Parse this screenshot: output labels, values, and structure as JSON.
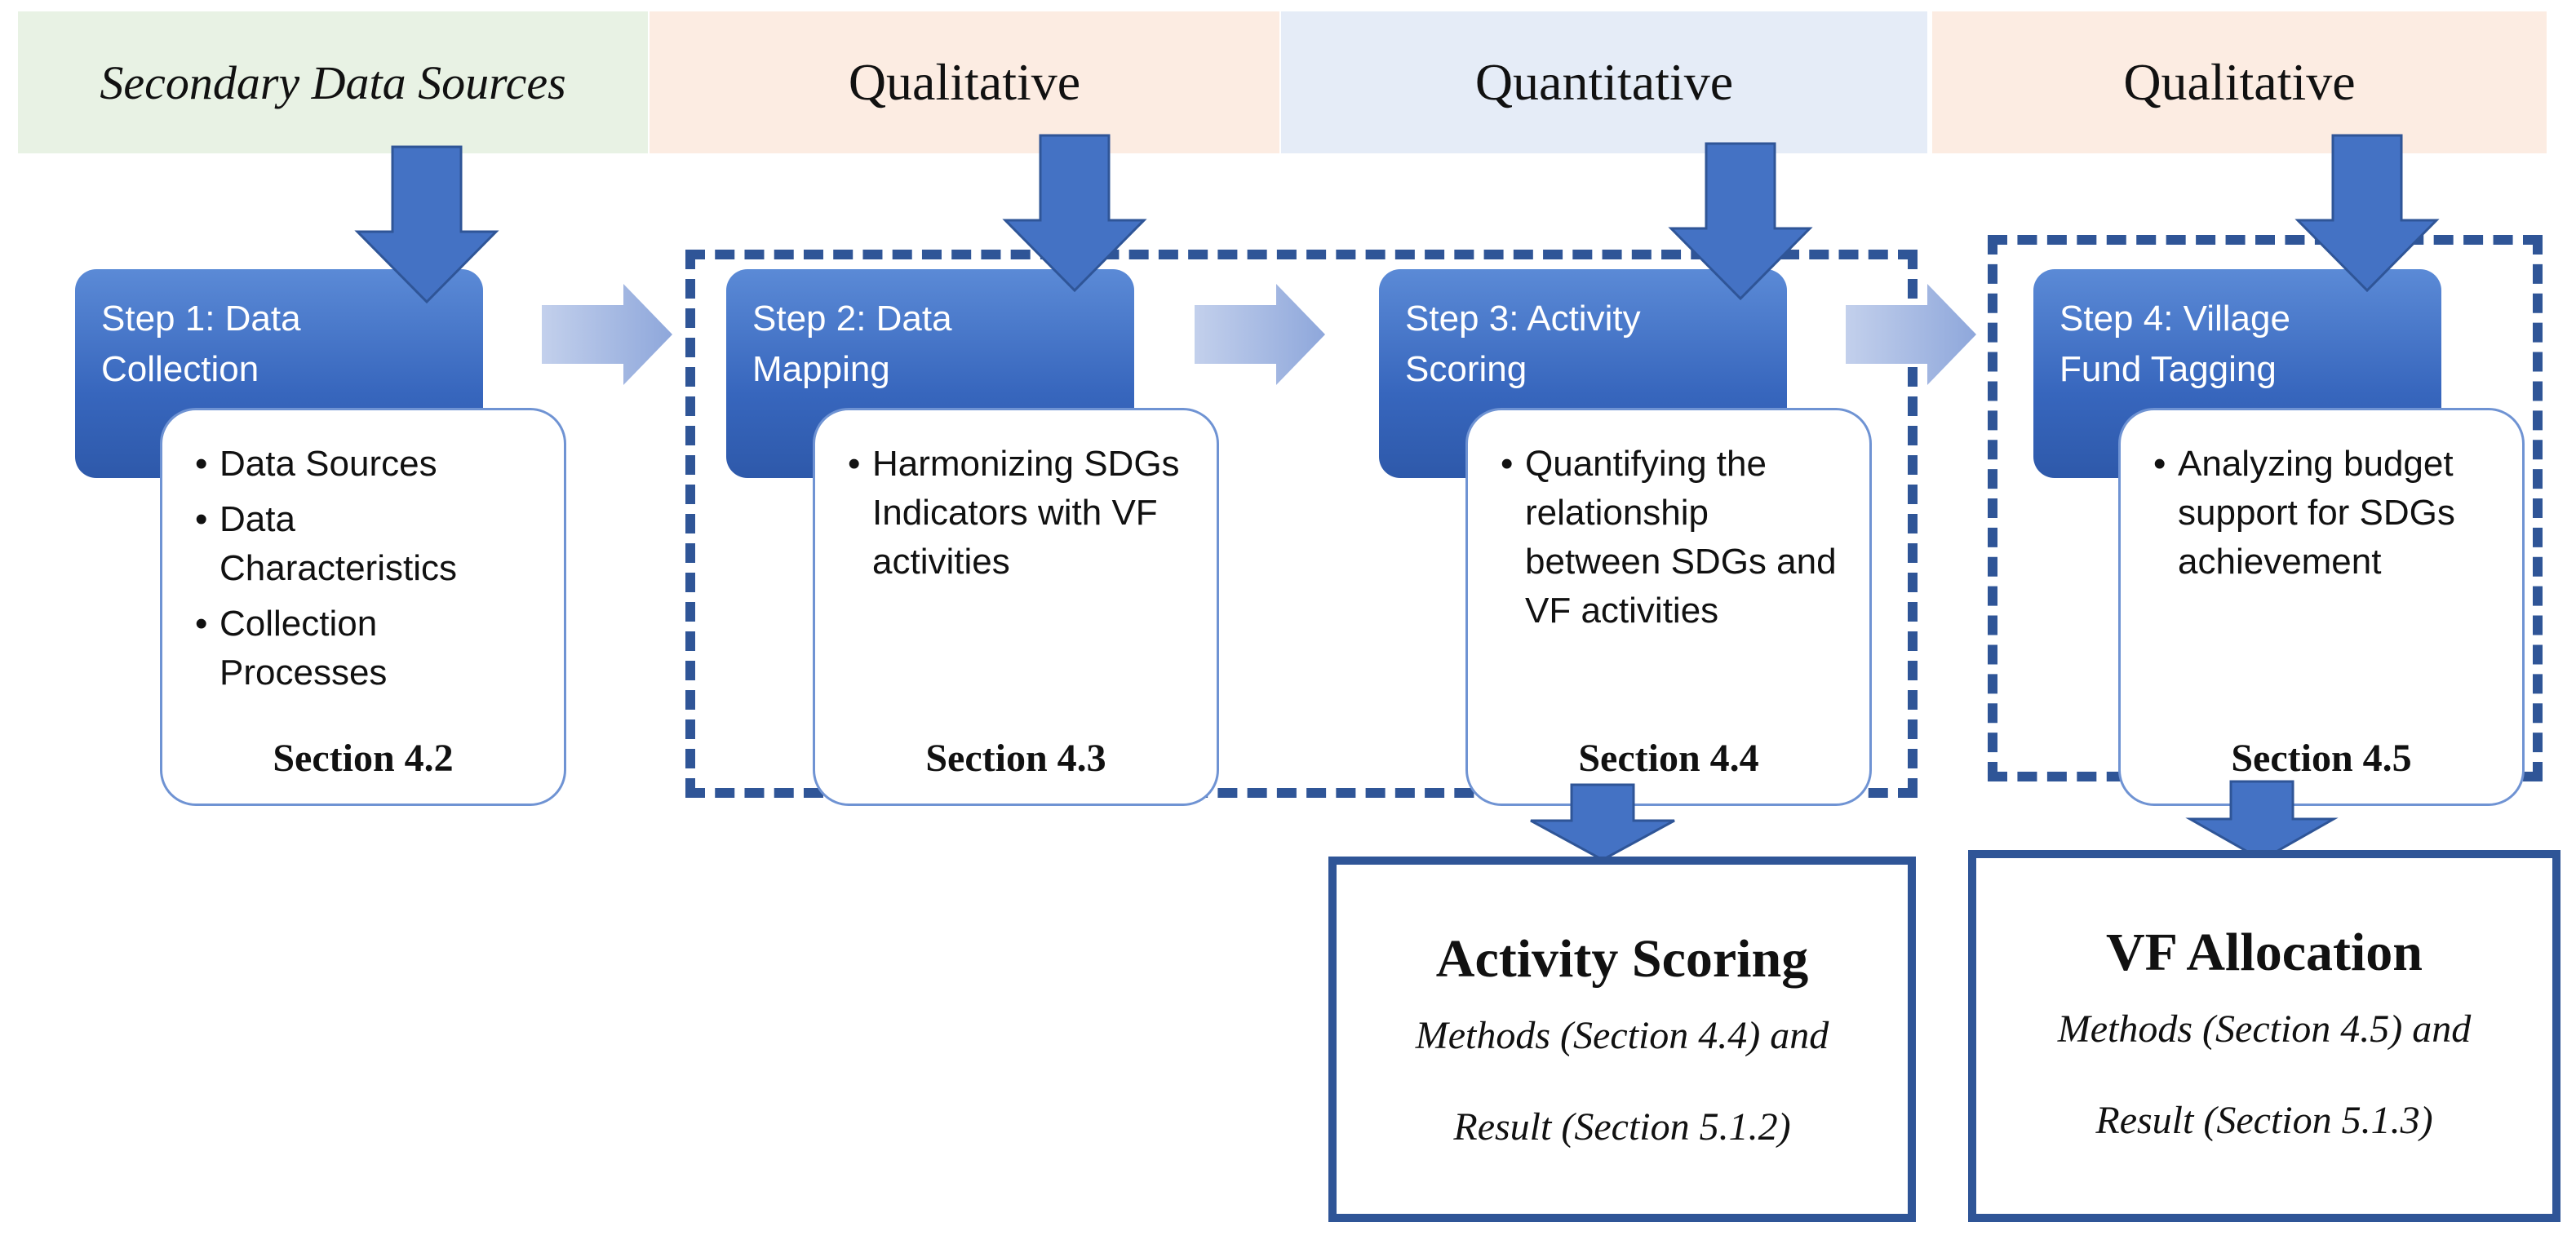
{
  "colors": {
    "step_blue": "#3766bd",
    "arrow_blue": "#4472c4",
    "dash_blue": "#2f5597",
    "band_green": "#e8f2e4",
    "band_peach": "#fcece2",
    "band_lightblue": "#e5ecf7"
  },
  "bands": [
    {
      "label": "Secondary Data Sources"
    },
    {
      "label": "Qualitative"
    },
    {
      "label": "Quantitative"
    },
    {
      "label": "Qualitative"
    }
  ],
  "steps": [
    {
      "title": "Step 1: Data\nCollection",
      "bullets": [
        "Data Sources",
        "Data Characteristics",
        "Collection Processes"
      ],
      "section": "Section 4.2"
    },
    {
      "title": "Step 2: Data\nMapping",
      "bullets": [
        "Harmonizing SDGs Indicators with VF activities"
      ],
      "section": "Section 4.3"
    },
    {
      "title": "Step 3: Activity\nScoring",
      "bullets": [
        "Quantifying  the relationship between SDGs and VF activities"
      ],
      "section": "Section 4.4"
    },
    {
      "title": "Step 4: Village\nFund Tagging",
      "bullets": [
        "Analyzing budget support for SDGs achievement"
      ],
      "section": "Section 4.5"
    }
  ],
  "results": [
    {
      "title": "Activity Scoring",
      "line1": "Methods (Section 4.4) and",
      "line2": "Result (Section 5.1.2)"
    },
    {
      "title": "VF Allocation",
      "line1": "Methods (Section 4.5) and",
      "line2": "Result (Section 5.1.3)"
    }
  ]
}
